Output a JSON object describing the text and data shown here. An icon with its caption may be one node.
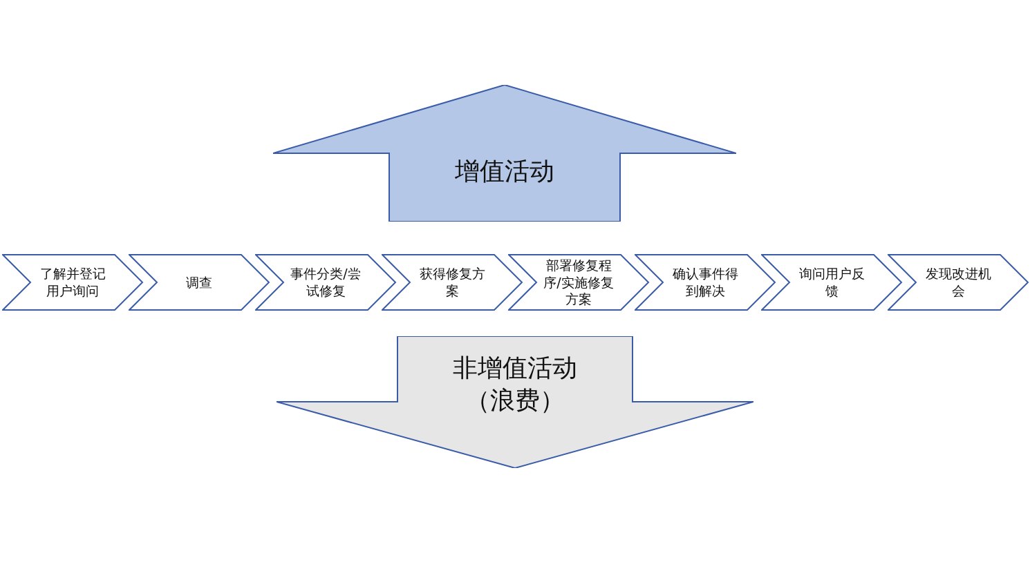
{
  "diagram": {
    "nodes": [
      {
        "text": [
          "增值活动"
        ]
      },
      {
        "text": [
          "了解并登记用户询问"
        ]
      },
      {
        "text": [
          "调查"
        ]
      },
      {
        "text": [
          "事件分类/尝试修复"
        ]
      },
      {
        "text": [
          "获得修复方案"
        ]
      },
      {
        "text": [
          "部署修复程序/实施修复方案"
        ]
      },
      {
        "text": [
          "确认事件得到解决"
        ]
      },
      {
        "text": [
          "询问用户反馈"
        ]
      },
      {
        "text": [
          "发现改进机会"
        ]
      },
      {
        "text": [
          "非增值活动（浪费）"
        ]
      }
    ]
  }
}
